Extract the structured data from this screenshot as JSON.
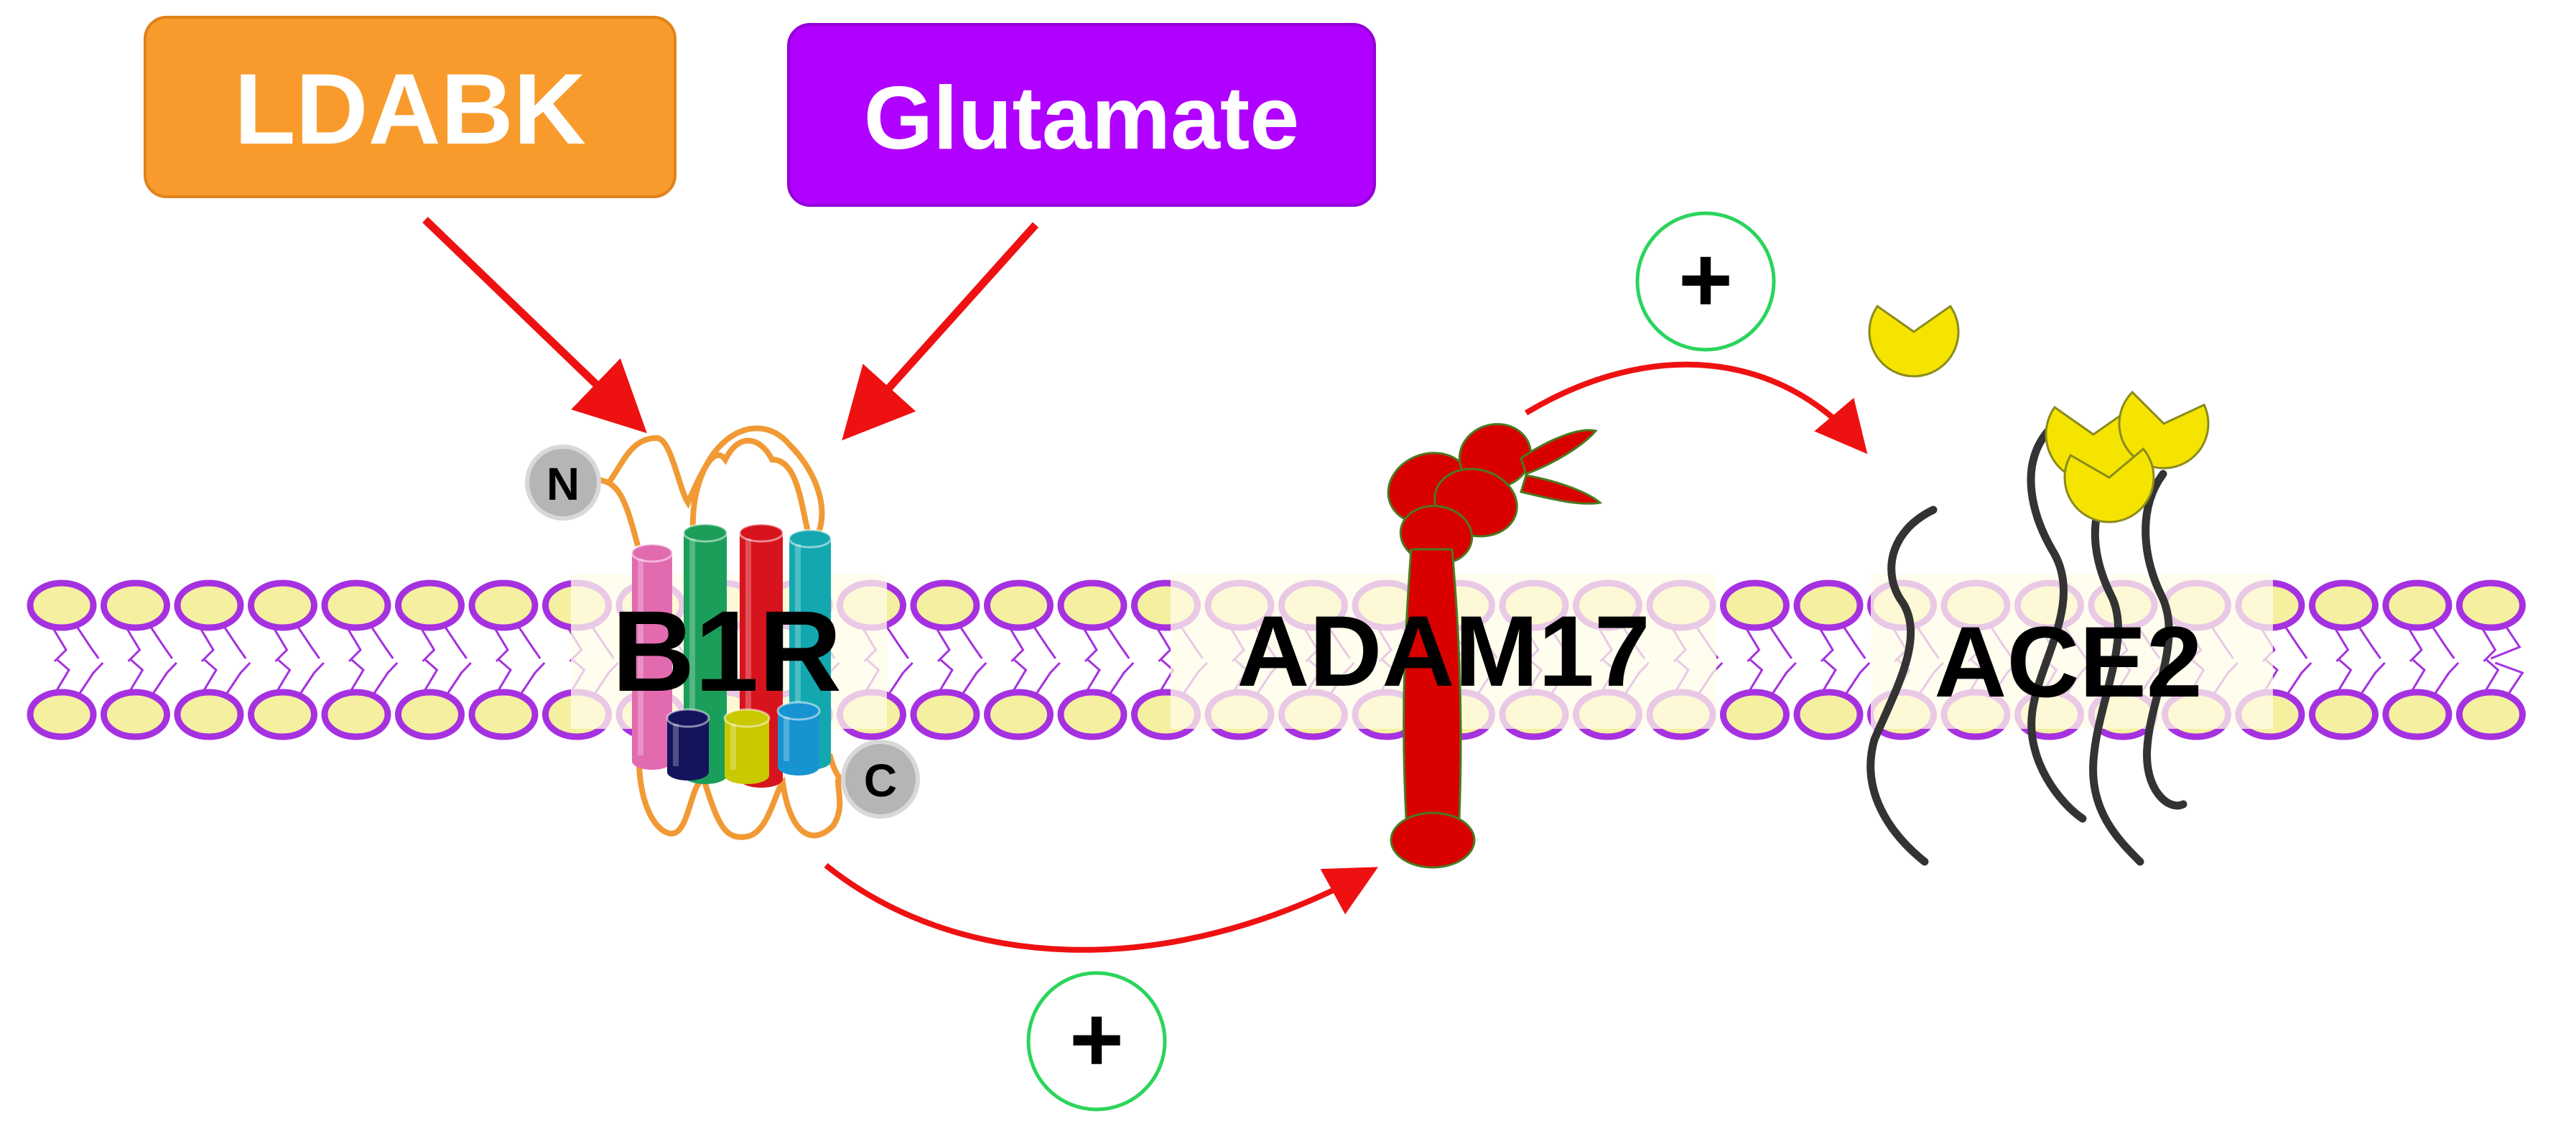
{
  "inputs": {
    "ldabk": {
      "label": "LDABK",
      "color": "#F89B2C"
    },
    "glutamate": {
      "label": "Glutamate",
      "color": "#B000FF"
    }
  },
  "receptor": {
    "label": "B1R",
    "n_terminus": "N",
    "c_terminus": "C",
    "helix_colors": [
      "#E26BB0",
      "#1B9E5A",
      "#D7141E",
      "#13A8B0",
      "#14145C",
      "#C9C900",
      "#1793D1"
    ],
    "loop_color": "#F19A35"
  },
  "sheddase": {
    "label": "ADAM17",
    "color": "#D90000"
  },
  "substrate": {
    "label": "ACE2",
    "fragment_color": "#F5E400"
  },
  "effects": {
    "activation_symbol": "+"
  },
  "colors": {
    "arrow": "#EE1111",
    "membrane_head_fill": "#F5F0A0",
    "membrane_head_stroke": "#A631E0",
    "activation_ring": "#2BD45C"
  }
}
